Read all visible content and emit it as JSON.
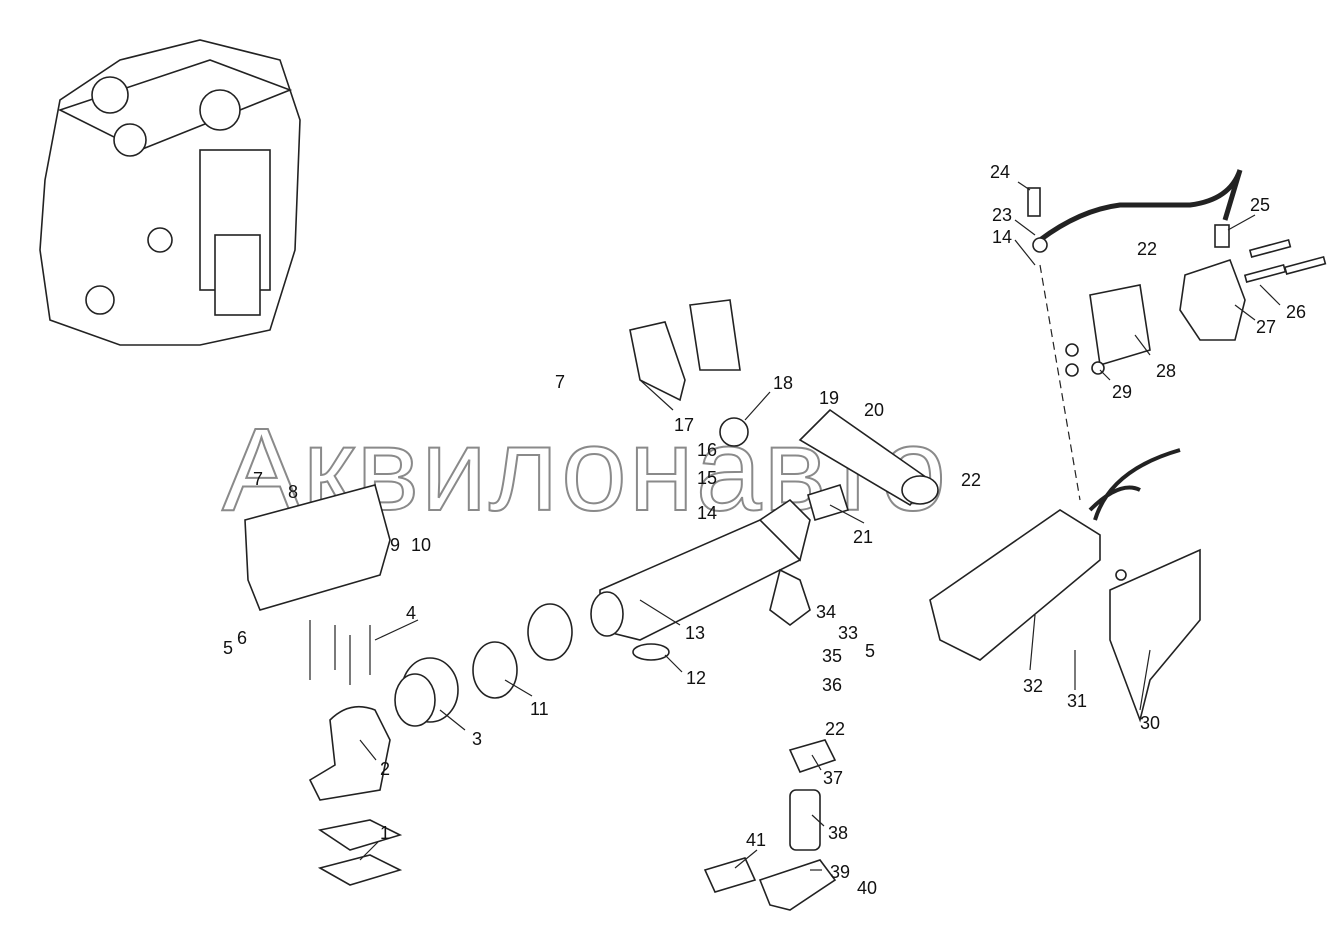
{
  "diagram": {
    "watermark": "Аквилонавто",
    "callouts": [
      "24",
      "25",
      "23",
      "14",
      "22",
      "26",
      "27",
      "28",
      "29",
      "7",
      "18",
      "17",
      "19",
      "20",
      "16",
      "15",
      "14",
      "22",
      "21",
      "7",
      "8",
      "9",
      "10",
      "4",
      "5",
      "6",
      "13",
      "12",
      "34",
      "33",
      "5",
      "35",
      "36",
      "22",
      "37",
      "38",
      "39",
      "40",
      "41",
      "11",
      "3",
      "2",
      "1",
      "32",
      "31",
      "30"
    ]
  }
}
